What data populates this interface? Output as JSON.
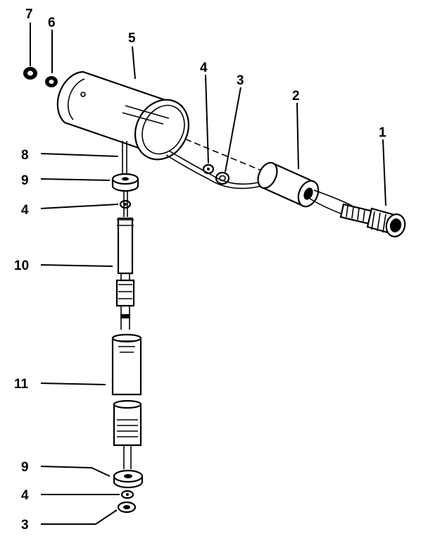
{
  "callouts": {
    "c7": "7",
    "c6": "6",
    "c5": "5",
    "c4_top": "4",
    "c3_top": "3",
    "c2": "2",
    "c1": "1",
    "c8": "8",
    "c9_top": "9",
    "c4_mid": "4",
    "c10": "10",
    "c11": "11",
    "c9_bot": "9",
    "c4_bot": "4",
    "c3_bot": "3"
  }
}
